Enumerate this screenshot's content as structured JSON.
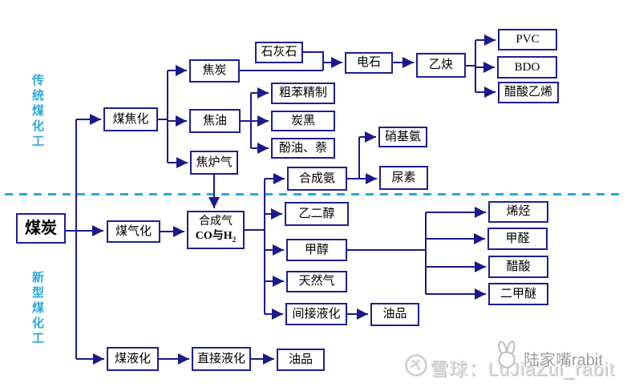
{
  "sections": {
    "traditional_label": "传统煤化工",
    "new_type_label": "新型煤化工"
  },
  "nodes": {
    "coal": "煤炭",
    "coal_coking": "煤焦化",
    "coke": "焦炭",
    "limestone": "石灰石",
    "coal_tar": "焦油",
    "coke_oven_gas": "焦炉气",
    "calcium_carbide": "电石",
    "acetylene": "乙炔",
    "pvc": "PVC",
    "bdo": "BDO",
    "vinyl_acetate": "醋酸乙烯",
    "crude_benzene_refining": "粗苯精制",
    "carbon_black": "炭黑",
    "phenol_oil_naphthalene": "酚油、萘",
    "synthetic_ammonia": "合成氨",
    "nitro_ammonia": "硝基氨",
    "urea": "尿素",
    "syngas_line1": "合成气",
    "syngas_line2_main": "CO与H",
    "syngas_line2_sub": "2",
    "coal_gasification": "煤气化",
    "ethylene_glycol": "乙二醇",
    "methanol": "甲醇",
    "natural_gas": "天然气",
    "indirect_liquefaction": "间接液化",
    "oil_products_indirect": "油品",
    "olefins": "烯烃",
    "formaldehyde": "甲醛",
    "acetic_acid": "醋酸",
    "dimethyl_ether": "二甲醚",
    "coal_liquefaction": "煤液化",
    "direct_liquefaction": "直接液化",
    "oil_products_direct": "油品"
  },
  "watermark": {
    "xueqiu_text": "雪球：LuJiaZui_rabit",
    "account_text": "陆家嘴rabit"
  },
  "colors": {
    "box_border": "#1f1f93",
    "connector_line": "#1a1a8c",
    "section_label": "#2aa9dd",
    "divider_dashed": "#29a8dc",
    "box_text": "#000000",
    "watermark_light": "#e2e2e2",
    "watermark_gray": "#9e9e9e"
  }
}
